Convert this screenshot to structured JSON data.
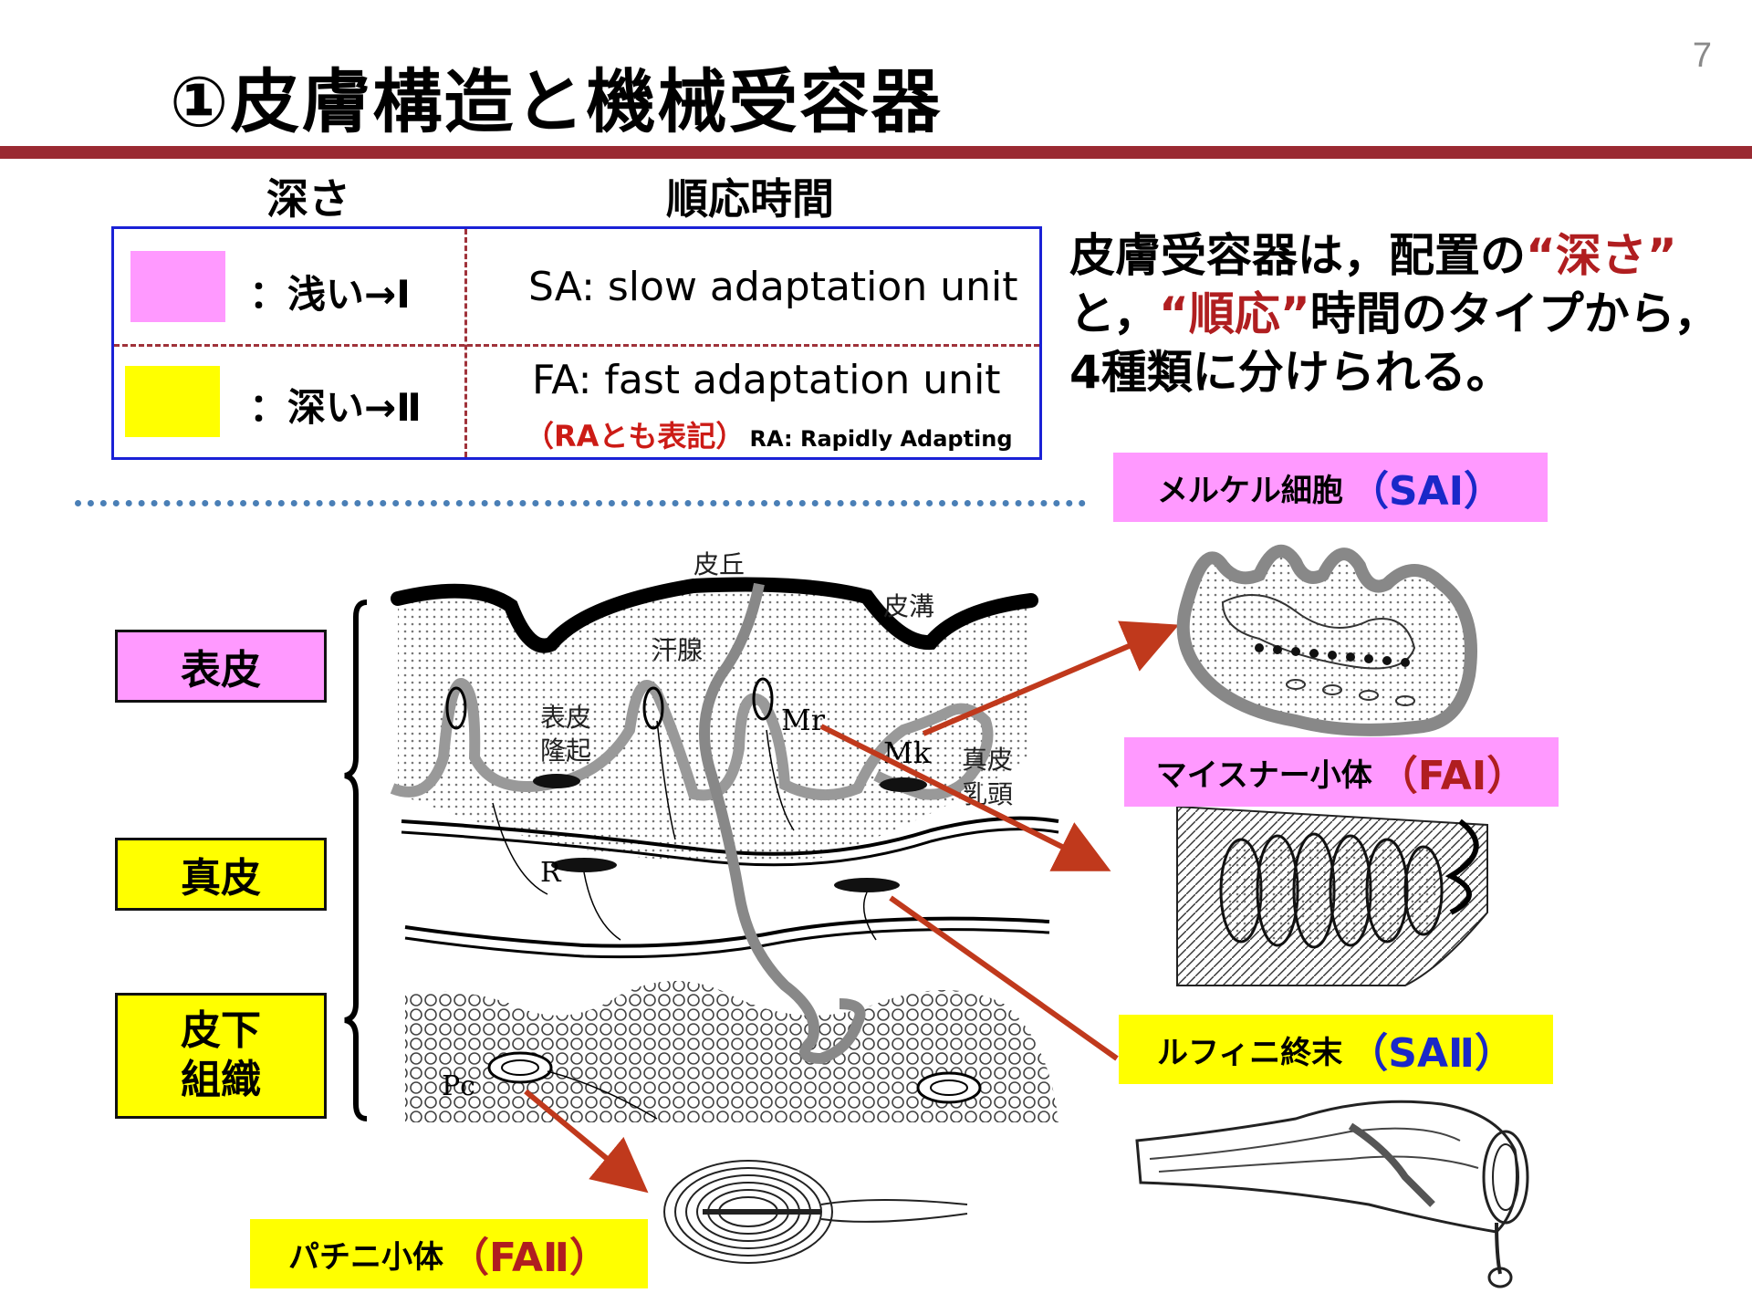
{
  "slide": {
    "number": "7",
    "title": "①皮膚構造と機械受容器"
  },
  "table": {
    "head_depth": "深さ",
    "head_time": "順応時間",
    "rows": [
      {
        "swatch_color": "#ff99ff",
        "depth_label": "：浅い→Ⅰ",
        "unit_label": "SA: slow adaptation unit"
      },
      {
        "swatch_color": "#ffff00",
        "depth_label": "：深い→Ⅱ",
        "unit_label": "FA: fast adaptation unit",
        "note": "（RAとも表記）",
        "note_en": "RA: Rapidly Adapting"
      }
    ]
  },
  "summary": {
    "part1": "皮膚受容器は，配置の",
    "hl1": "“深さ”",
    "part2": "と，",
    "hl2": "“順応”",
    "part3": "時間のタイプから，",
    "part4": "4種類に分けられる。"
  },
  "layers": [
    {
      "label": "表皮",
      "color": "#ff99ff"
    },
    {
      "label": "真皮",
      "color": "#ffff00"
    },
    {
      "label": "皮下\n組織",
      "color": "#ffff00"
    }
  ],
  "diagram_labels": {
    "hikyu": "皮丘",
    "hiko": "皮溝",
    "kansen": "汗腺",
    "hyohi_ryuki_1": "表皮",
    "hyohi_ryuki_2": "隆起",
    "shinpi_nyuto_1": "真皮",
    "shinpi_nyuto_2": "乳頭",
    "mr": "Mr",
    "mk": "Mk",
    "r": "R",
    "pc": "Pc"
  },
  "receptors": [
    {
      "name": "メルケル細胞",
      "code": "（SAⅠ）",
      "bg": "#ff99ff",
      "code_color": "#1a28c8"
    },
    {
      "name": "マイスナー小体",
      "code": "（FAⅠ）",
      "bg": "#ff99ff",
      "code_color": "#b01e20"
    },
    {
      "name": "ルフィニ終末",
      "code": "（SAⅡ）",
      "bg": "#ffff00",
      "code_color": "#1a28c8"
    },
    {
      "name": "パチニ小体",
      "code": "（FAⅡ）",
      "bg": "#ffff00",
      "code_color": "#b01e20"
    }
  ],
  "colors": {
    "title_rule": "#9a2a32",
    "table_border": "#1a21d6",
    "arrow": "#c0391c",
    "divider": "#4a7fb6"
  }
}
